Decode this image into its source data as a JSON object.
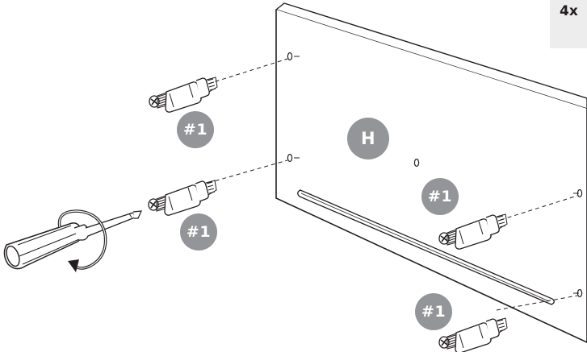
{
  "quantity_label": "4x",
  "panel_label": "H",
  "part_labels": [
    "#1",
    "#1",
    "#1",
    "#1"
  ],
  "icons": [
    "screwdriver-icon",
    "rotate-clockwise-icon",
    "cam-dowel-icon"
  ],
  "colors": {
    "label_fill": "#939598",
    "label_text": "#ffffff",
    "line": "#231f20",
    "qty_box": "#ededed"
  }
}
